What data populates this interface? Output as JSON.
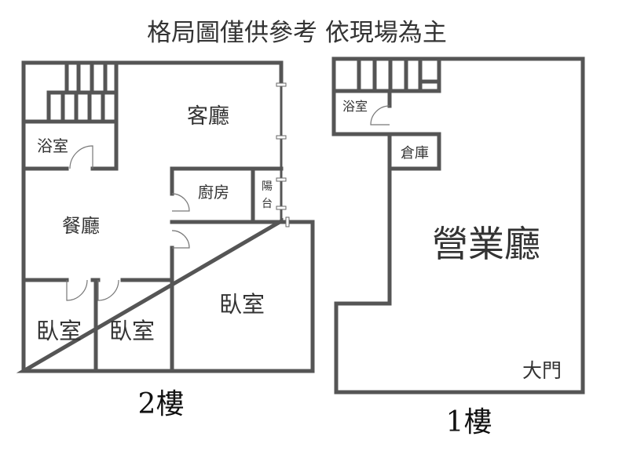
{
  "title": "格局圖僅供參考 依現場為主",
  "floor2": {
    "caption": "2樓",
    "rooms": {
      "living": "客廳",
      "bath": "浴室",
      "kitchen": "廚房",
      "balcony_1": "陽",
      "balcony_2": "台",
      "dining": "餐廳",
      "bedroom_left": "臥室",
      "bedroom_middle": "臥室",
      "bedroom_right": "臥室"
    }
  },
  "floor1": {
    "caption": "1樓",
    "rooms": {
      "bath": "浴室",
      "storage": "倉庫",
      "business_hall": "營業廳",
      "main_door": "大門"
    }
  },
  "colors": {
    "wall": "#555555",
    "text": "#333333"
  }
}
